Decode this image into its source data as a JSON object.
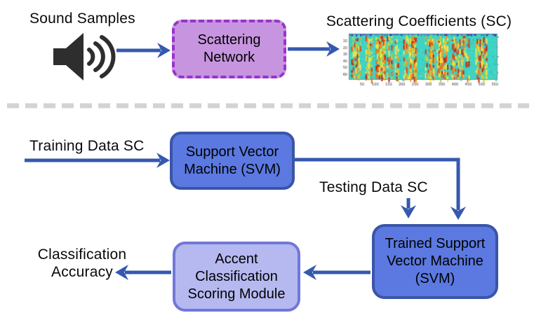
{
  "top": {
    "sound_samples_label": "Sound Samples",
    "scattering_network_box": "Scattering Network",
    "scattering_coefficients_title": "Scattering Coefficients (SC)"
  },
  "middle": {
    "training_label": "Training Data SC",
    "svm_box": "Support Vector Machine (SVM)",
    "testing_label": "Testing Data SC"
  },
  "bottom": {
    "trained_svm_box": "Trained Support Vector Machine (SVM)",
    "accent_box": "Accent Classification Scoring Module",
    "accuracy_label": "Classification Accuracy"
  },
  "spectrogram": {
    "y_ticks": [
      "10",
      "20",
      "30",
      "40",
      "50",
      "60"
    ],
    "x_ticks": [
      "50",
      "100",
      "150",
      "200",
      "250",
      "300",
      "350",
      "400",
      "450",
      "500",
      "550"
    ]
  },
  "colors": {
    "arrow": "#3559ae",
    "divider": "#d3d3d3",
    "blue_fill": "#5b79e0",
    "blue_border": "#3a55a8",
    "accent_fill": "#b6b9f0",
    "accent_border": "#7277d8",
    "scatter_fill": "#c795df",
    "scatter_border": "#9933cc"
  }
}
